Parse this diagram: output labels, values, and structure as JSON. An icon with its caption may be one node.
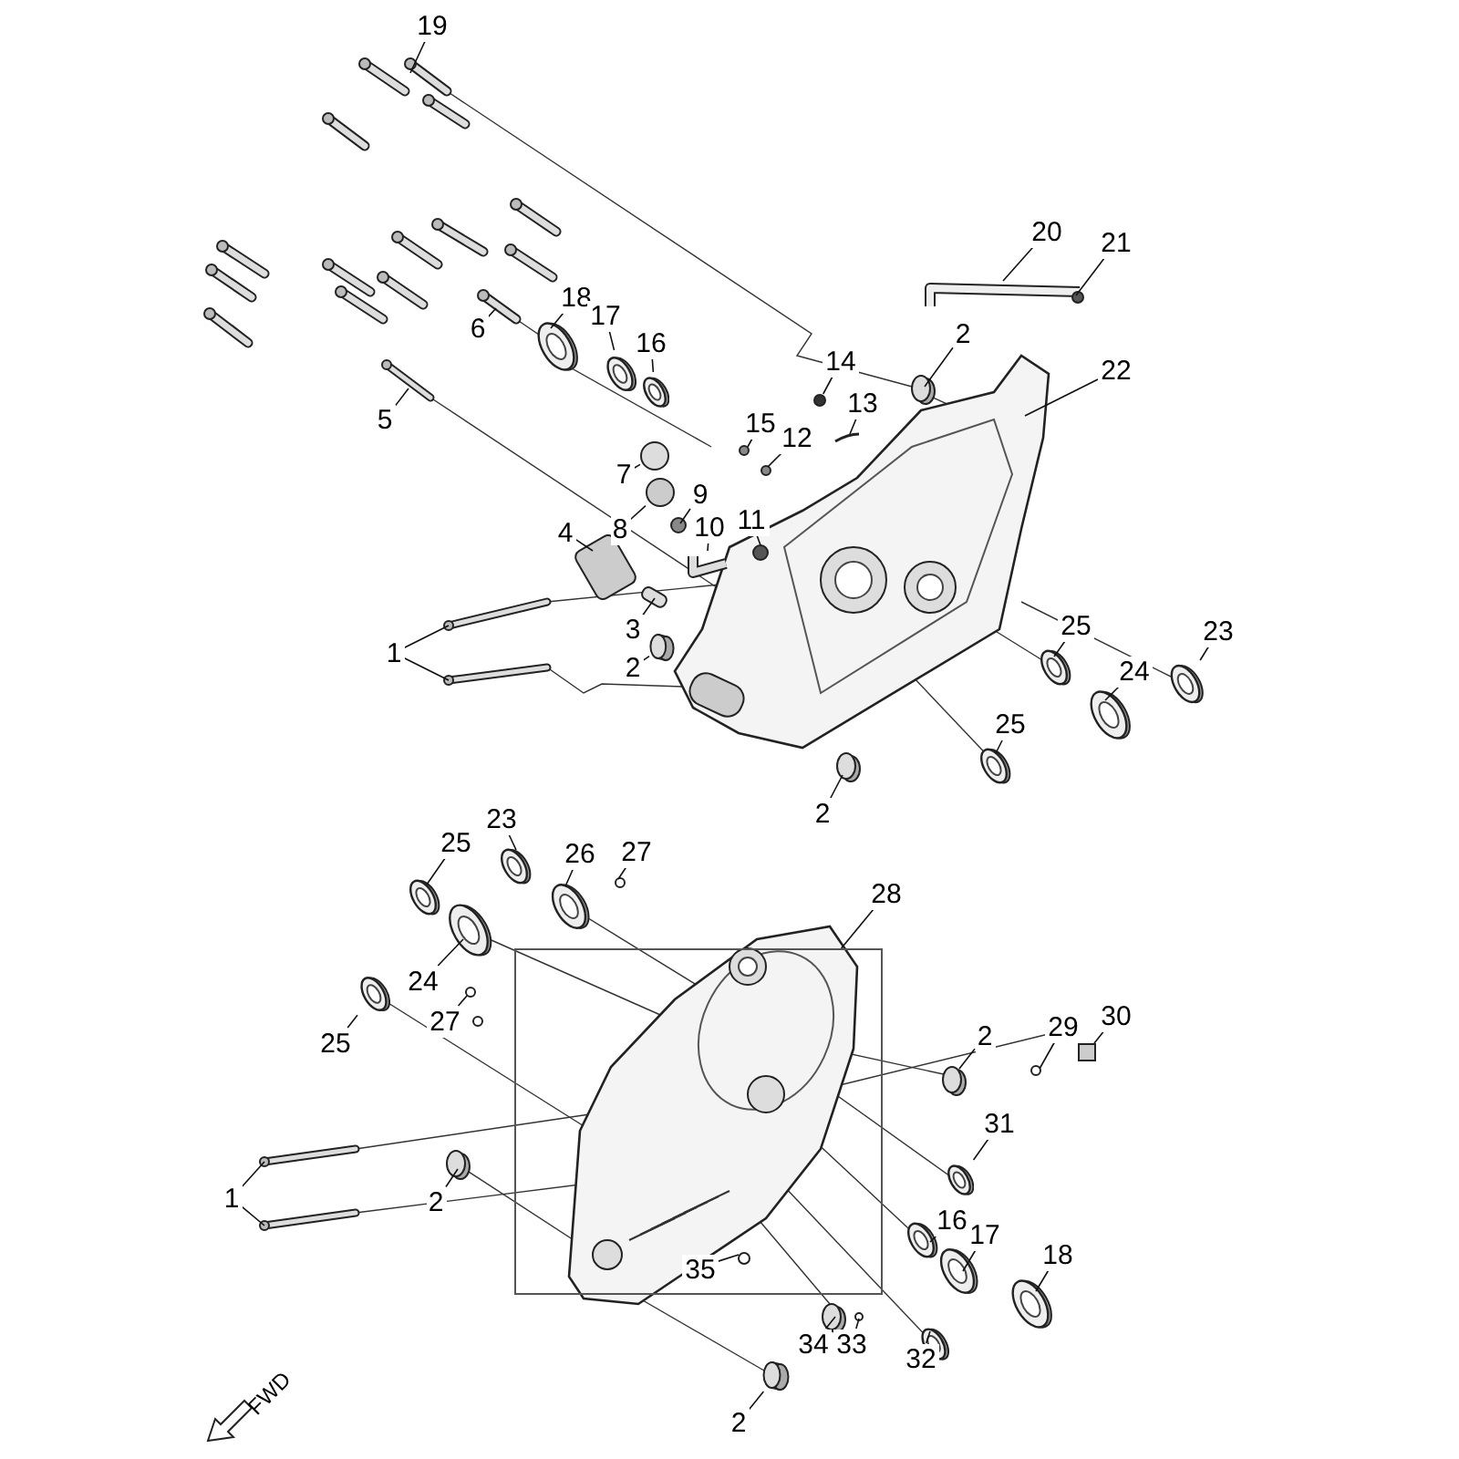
{
  "diagram": {
    "nodes": [
      {
        "text": [
          "19"
        ]
      },
      {
        "text": [
          "20"
        ]
      },
      {
        "text": [
          "21"
        ]
      },
      {
        "text": [
          "18"
        ]
      },
      {
        "text": [
          "17"
        ]
      },
      {
        "text": [
          "6"
        ]
      },
      {
        "text": [
          "16"
        ]
      },
      {
        "text": [
          "2"
        ]
      },
      {
        "text": [
          "14"
        ]
      },
      {
        "text": [
          "22"
        ]
      },
      {
        "text": [
          "13"
        ]
      },
      {
        "text": [
          "15"
        ]
      },
      {
        "text": [
          "5"
        ]
      },
      {
        "text": [
          "12"
        ]
      },
      {
        "text": [
          "7"
        ]
      },
      {
        "text": [
          "9"
        ]
      },
      {
        "text": [
          "8"
        ]
      },
      {
        "text": [
          "11"
        ]
      },
      {
        "text": [
          "10"
        ]
      },
      {
        "text": [
          "4"
        ]
      },
      {
        "text": [
          "3"
        ]
      },
      {
        "text": [
          "1"
        ]
      },
      {
        "text": [
          "2"
        ]
      },
      {
        "text": [
          "25"
        ]
      },
      {
        "text": [
          "23"
        ]
      },
      {
        "text": [
          "24"
        ]
      },
      {
        "text": [
          "25"
        ]
      },
      {
        "text": [
          "2"
        ]
      },
      {
        "text": [
          "23"
        ]
      },
      {
        "text": [
          "25"
        ]
      },
      {
        "text": [
          "26"
        ]
      },
      {
        "text": [
          "27"
        ]
      },
      {
        "text": [
          "28"
        ]
      },
      {
        "text": [],
        "shape": "box"
      },
      {
        "text": [
          "24"
        ]
      },
      {
        "text": [
          "27"
        ]
      },
      {
        "text": [
          "25"
        ]
      },
      {
        "text": [
          "2"
        ]
      },
      {
        "text": [
          "29"
        ]
      },
      {
        "text": [
          "30"
        ]
      },
      {
        "text": [
          "31"
        ]
      },
      {
        "text": [
          "1"
        ]
      },
      {
        "text": [
          "2"
        ]
      },
      {
        "text": [
          "16"
        ]
      },
      {
        "text": [
          "17"
        ]
      },
      {
        "text": [
          "18"
        ]
      },
      {
        "text": [
          "35"
        ],
        "in": 33
      },
      {
        "text": [
          "34"
        ]
      },
      {
        "text": [
          "33"
        ]
      },
      {
        "text": [
          "32"
        ]
      },
      {
        "text": [
          "2"
        ]
      },
      {
        "text": [],
        "shape": "picture"
      },
      {
        "text": [],
        "shape": "circle"
      },
      {
        "text": [],
        "shape": "picture"
      },
      {
        "text": [],
        "shape": "picture"
      },
      {
        "text": [],
        "shape": "box"
      },
      {
        "text": [],
        "shape": "picture"
      },
      {
        "text": [],
        "shape": "cylinder"
      },
      {
        "text": [],
        "shape": "picture"
      },
      {
        "text": [],
        "shape": "circle"
      },
      {
        "text": [],
        "shape": "cylinder"
      },
      {
        "text": [],
        "shape": "circle"
      }
    ],
    "edges": [
      {
        "from": 0,
        "to": null,
        "arrow": "none"
      },
      {
        "from": 1,
        "to": null,
        "arrow": "none"
      },
      {
        "from": 2,
        "to": null,
        "arrow": "none"
      },
      {
        "from": 3,
        "to": null,
        "arrow": "none"
      },
      {
        "from": 4,
        "to": 51,
        "arrow": "none"
      },
      {
        "from": 5,
        "to": null,
        "arrow": "none"
      },
      {
        "from": 6,
        "to": 58,
        "arrow": "none"
      },
      {
        "from": 7,
        "to": null,
        "arrow": "none"
      },
      {
        "from": 8,
        "to": 59,
        "arrow": "none"
      },
      {
        "from": 9,
        "to": null,
        "arrow": "none"
      },
      {
        "from": 10,
        "to": null,
        "arrow": "none"
      },
      {
        "from": 11,
        "to": null,
        "arrow": "none"
      },
      {
        "from": 12,
        "to": null,
        "arrow": "none"
      },
      {
        "from": 13,
        "to": null,
        "arrow": "none"
      },
      {
        "from": 14,
        "to": 61,
        "arrow": "none"
      },
      {
        "from": 15,
        "to": null,
        "arrow": "none"
      },
      {
        "from": 16,
        "to": 52,
        "arrow": "none"
      },
      {
        "from": 17,
        "to": null,
        "arrow": "none"
      },
      {
        "from": 18,
        "to": null,
        "arrow": "none"
      },
      {
        "from": 19,
        "to": null,
        "arrow": "none"
      },
      {
        "from": 20,
        "to": null,
        "arrow": "none"
      },
      {
        "from": 21,
        "to": null,
        "arrow": "none"
      },
      {
        "from": 21,
        "to": null,
        "arrow": "none"
      },
      {
        "from": 22,
        "to": 60,
        "arrow": "none"
      },
      {
        "from": 23,
        "to": null,
        "arrow": "none"
      },
      {
        "from": 24,
        "to": 53,
        "arrow": "none"
      },
      {
        "from": 25,
        "to": null,
        "arrow": "none"
      },
      {
        "from": 26,
        "to": null,
        "arrow": "none"
      },
      {
        "from": 27,
        "to": null,
        "arrow": "none"
      },
      {
        "from": 28,
        "to": null,
        "arrow": "none"
      },
      {
        "from": 29,
        "to": null,
        "arrow": "none"
      },
      {
        "from": 30,
        "to": null,
        "arrow": "none"
      },
      {
        "from": 31,
        "to": null,
        "arrow": "none"
      },
      {
        "from": 32,
        "to": 33,
        "arrow": "none"
      },
      {
        "from": 34,
        "to": null,
        "arrow": "none"
      },
      {
        "from": 35,
        "to": null,
        "arrow": "none"
      },
      {
        "from": 36,
        "to": 54,
        "arrow": "none"
      },
      {
        "from": 37,
        "to": null,
        "arrow": "none"
      },
      {
        "from": 38,
        "to": null,
        "arrow": "none"
      },
      {
        "from": 39,
        "to": 55,
        "arrow": "none"
      },
      {
        "from": 40,
        "to": 56,
        "arrow": "none"
      },
      {
        "from": 41,
        "to": null,
        "arrow": "none"
      },
      {
        "from": 41,
        "to": null,
        "arrow": "none"
      },
      {
        "from": 42,
        "to": null,
        "arrow": "none"
      },
      {
        "from": 43,
        "to": null,
        "arrow": "none"
      },
      {
        "from": 44,
        "to": null,
        "arrow": "none"
      },
      {
        "from": 45,
        "to": null,
        "arrow": "none"
      },
      {
        "from": 46,
        "to": null,
        "arrow": "none"
      },
      {
        "from": 47,
        "to": null,
        "arrow": "none"
      },
      {
        "from": 48,
        "to": null,
        "arrow": "none"
      },
      {
        "from": 49,
        "to": null,
        "arrow": "none"
      },
      {
        "from": 50,
        "to": 57,
        "arrow": "none"
      }
    ],
    "labels": [
      "FWD"
    ]
  }
}
